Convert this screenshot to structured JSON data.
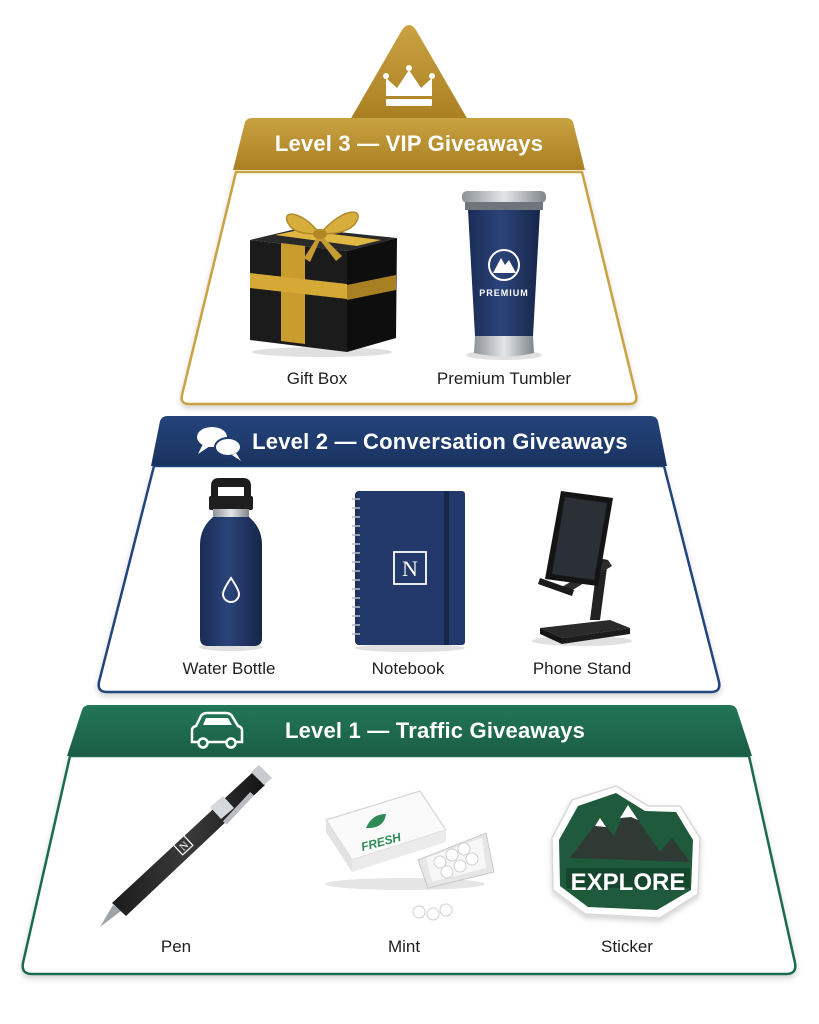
{
  "pyramid": {
    "level3": {
      "title": "Level 3 — VIP Giveaways",
      "color": "#b58d2c",
      "icon": "crown-icon",
      "items": [
        {
          "label": "Gift Box",
          "icon": "gift-box-icon"
        },
        {
          "label": "Premium Tumbler",
          "icon": "tumbler-icon",
          "print": "PREMIUM"
        }
      ]
    },
    "level2": {
      "title": "Level 2 — Conversation Giveaways",
      "color": "#1f3a6e",
      "icon": "chat-bubbles-icon",
      "items": [
        {
          "label": "Water Bottle",
          "icon": "water-bottle-icon"
        },
        {
          "label": "Notebook",
          "icon": "notebook-icon",
          "print": "N"
        },
        {
          "label": "Phone Stand",
          "icon": "phone-stand-icon"
        }
      ]
    },
    "level1": {
      "title": "Level 1 — Traffic Giveaways",
      "color": "#1f6b50",
      "icon": "car-icon",
      "items": [
        {
          "label": "Pen",
          "icon": "pen-icon",
          "print": "N"
        },
        {
          "label": "Mint",
          "icon": "mint-tin-icon",
          "print": "FRESH"
        },
        {
          "label": "Sticker",
          "icon": "sticker-icon",
          "print": "EXPLORE"
        }
      ]
    }
  }
}
